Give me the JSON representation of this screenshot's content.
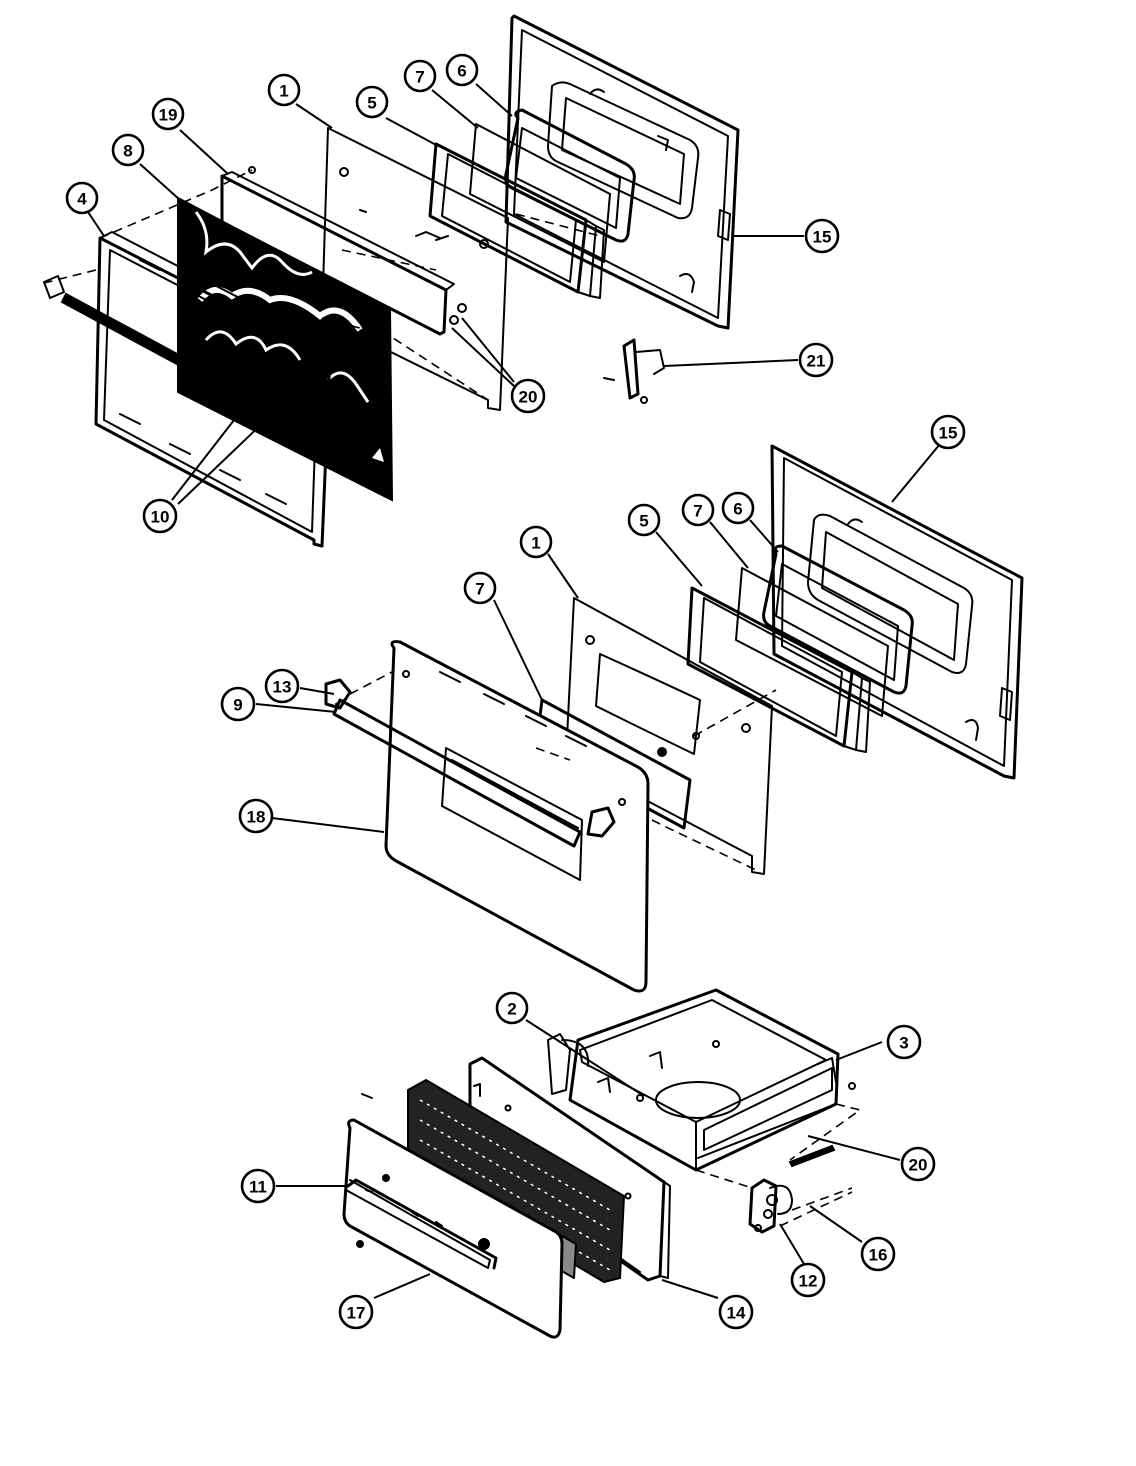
{
  "callouts": [
    {
      "id": "c4",
      "label": "4"
    },
    {
      "id": "c8",
      "label": "8"
    },
    {
      "id": "c19",
      "label": "19"
    },
    {
      "id": "c1a",
      "label": "1"
    },
    {
      "id": "c5a",
      "label": "5"
    },
    {
      "id": "c7a",
      "label": "7"
    },
    {
      "id": "c6a",
      "label": "6"
    },
    {
      "id": "c15a",
      "label": "15"
    },
    {
      "id": "c20a",
      "label": "20"
    },
    {
      "id": "c21",
      "label": "21"
    },
    {
      "id": "c10",
      "label": "10"
    },
    {
      "id": "c15b",
      "label": "15"
    },
    {
      "id": "c1b",
      "label": "1"
    },
    {
      "id": "c5b",
      "label": "5"
    },
    {
      "id": "c7b",
      "label": "7"
    },
    {
      "id": "c6b",
      "label": "6"
    },
    {
      "id": "c7c",
      "label": "7"
    },
    {
      "id": "c13",
      "label": "13"
    },
    {
      "id": "c9",
      "label": "9"
    },
    {
      "id": "c18",
      "label": "18"
    },
    {
      "id": "c2",
      "label": "2"
    },
    {
      "id": "c3",
      "label": "3"
    },
    {
      "id": "c20b",
      "label": "20"
    },
    {
      "id": "c11",
      "label": "11"
    },
    {
      "id": "c16",
      "label": "16"
    },
    {
      "id": "c12",
      "label": "12"
    },
    {
      "id": "c14",
      "label": "14"
    },
    {
      "id": "c17",
      "label": "17"
    }
  ]
}
